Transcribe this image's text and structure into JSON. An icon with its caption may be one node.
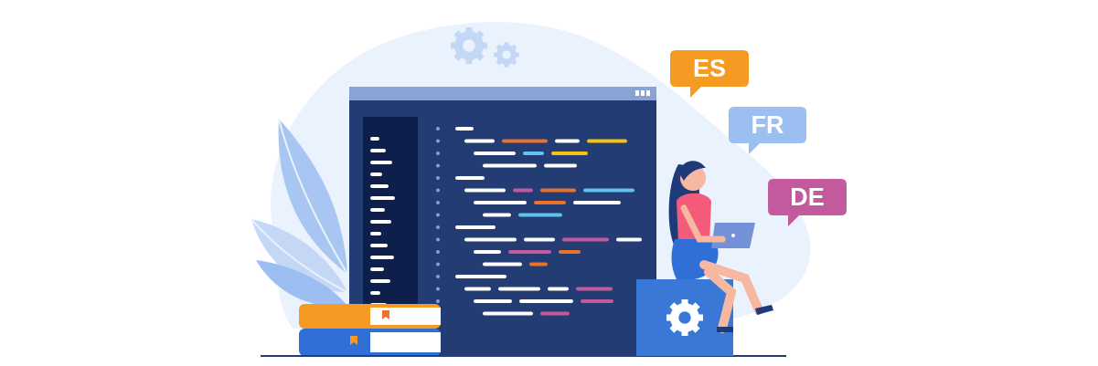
{
  "diagram": {
    "nodes": [
      {
        "text": [
          "ES"
        ]
      },
      {
        "text": [
          "FR"
        ]
      },
      {
        "text": [
          "DE"
        ]
      }
    ]
  }
}
